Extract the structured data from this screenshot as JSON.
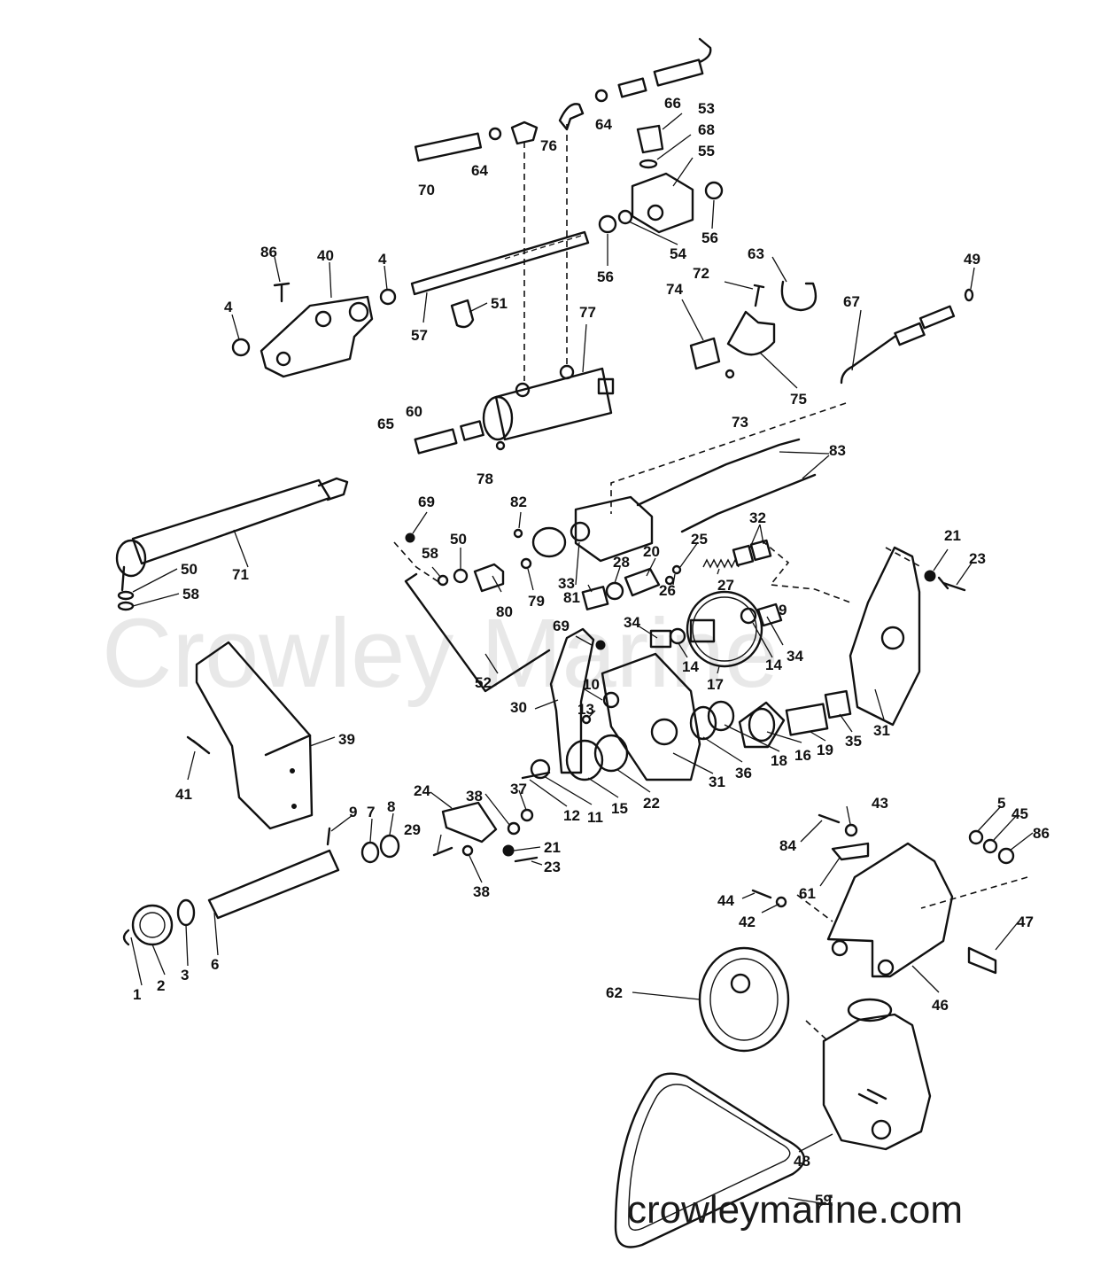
{
  "diagram": {
    "watermark": "Crowley Marine",
    "site": "crowleymarine.com",
    "callouts": [
      {
        "id": "c1",
        "text": "1"
      },
      {
        "id": "c2",
        "text": "2"
      },
      {
        "id": "c3",
        "text": "3"
      },
      {
        "id": "c4a",
        "text": "4"
      },
      {
        "id": "c4b",
        "text": "4"
      },
      {
        "id": "c5",
        "text": "5"
      },
      {
        "id": "c6",
        "text": "6"
      },
      {
        "id": "c7",
        "text": "7"
      },
      {
        "id": "c8",
        "text": "8"
      },
      {
        "id": "c9a",
        "text": "9"
      },
      {
        "id": "c9b",
        "text": "9"
      },
      {
        "id": "c10",
        "text": "10"
      },
      {
        "id": "c11",
        "text": "11"
      },
      {
        "id": "c12",
        "text": "12"
      },
      {
        "id": "c13",
        "text": "13"
      },
      {
        "id": "c14a",
        "text": "14"
      },
      {
        "id": "c14b",
        "text": "14"
      },
      {
        "id": "c15",
        "text": "15"
      },
      {
        "id": "c16",
        "text": "16"
      },
      {
        "id": "c17",
        "text": "17"
      },
      {
        "id": "c18",
        "text": "18"
      },
      {
        "id": "c19",
        "text": "19"
      },
      {
        "id": "c20",
        "text": "20"
      },
      {
        "id": "c21a",
        "text": "21"
      },
      {
        "id": "c21b",
        "text": "21"
      },
      {
        "id": "c22",
        "text": "22"
      },
      {
        "id": "c23a",
        "text": "23"
      },
      {
        "id": "c23b",
        "text": "23"
      },
      {
        "id": "c24",
        "text": "24"
      },
      {
        "id": "c25",
        "text": "25"
      },
      {
        "id": "c26",
        "text": "26"
      },
      {
        "id": "c27",
        "text": "27"
      },
      {
        "id": "c28",
        "text": "28"
      },
      {
        "id": "c29",
        "text": "29"
      },
      {
        "id": "c30",
        "text": "30"
      },
      {
        "id": "c31a",
        "text": "31"
      },
      {
        "id": "c31b",
        "text": "31"
      },
      {
        "id": "c32",
        "text": "32"
      },
      {
        "id": "c33",
        "text": "33"
      },
      {
        "id": "c34a",
        "text": "34"
      },
      {
        "id": "c34b",
        "text": "34"
      },
      {
        "id": "c35",
        "text": "35"
      },
      {
        "id": "c36",
        "text": "36"
      },
      {
        "id": "c37",
        "text": "37"
      },
      {
        "id": "c38a",
        "text": "38"
      },
      {
        "id": "c38b",
        "text": "38"
      },
      {
        "id": "c39",
        "text": "39"
      },
      {
        "id": "c40",
        "text": "40"
      },
      {
        "id": "c41",
        "text": "41"
      },
      {
        "id": "c42",
        "text": "42"
      },
      {
        "id": "c43",
        "text": "43"
      },
      {
        "id": "c44",
        "text": "44"
      },
      {
        "id": "c45",
        "text": "45"
      },
      {
        "id": "c46",
        "text": "46"
      },
      {
        "id": "c47",
        "text": "47"
      },
      {
        "id": "c48",
        "text": "48"
      },
      {
        "id": "c49",
        "text": "49"
      },
      {
        "id": "c50a",
        "text": "50"
      },
      {
        "id": "c50b",
        "text": "50"
      },
      {
        "id": "c51",
        "text": "51"
      },
      {
        "id": "c52",
        "text": "52"
      },
      {
        "id": "c53",
        "text": "53"
      },
      {
        "id": "c54",
        "text": "54"
      },
      {
        "id": "c55",
        "text": "55"
      },
      {
        "id": "c56a",
        "text": "56"
      },
      {
        "id": "c56b",
        "text": "56"
      },
      {
        "id": "c57",
        "text": "57"
      },
      {
        "id": "c58a",
        "text": "58"
      },
      {
        "id": "c58b",
        "text": "58"
      },
      {
        "id": "c59",
        "text": "59"
      },
      {
        "id": "c60",
        "text": "60"
      },
      {
        "id": "c61",
        "text": "61"
      },
      {
        "id": "c62",
        "text": "62"
      },
      {
        "id": "c63",
        "text": "63"
      },
      {
        "id": "c64a",
        "text": "64"
      },
      {
        "id": "c64b",
        "text": "64"
      },
      {
        "id": "c65",
        "text": "65"
      },
      {
        "id": "c66",
        "text": "66"
      },
      {
        "id": "c67",
        "text": "67"
      },
      {
        "id": "c68",
        "text": "68"
      },
      {
        "id": "c69a",
        "text": "69"
      },
      {
        "id": "c69b",
        "text": "69"
      },
      {
        "id": "c70",
        "text": "70"
      },
      {
        "id": "c71",
        "text": "71"
      },
      {
        "id": "c72",
        "text": "72"
      },
      {
        "id": "c73",
        "text": "73"
      },
      {
        "id": "c74",
        "text": "74"
      },
      {
        "id": "c75",
        "text": "75"
      },
      {
        "id": "c76",
        "text": "76"
      },
      {
        "id": "c77",
        "text": "77"
      },
      {
        "id": "c78",
        "text": "78"
      },
      {
        "id": "c79",
        "text": "79"
      },
      {
        "id": "c80",
        "text": "80"
      },
      {
        "id": "c81",
        "text": "81"
      },
      {
        "id": "c82",
        "text": "82"
      },
      {
        "id": "c83",
        "text": "83"
      },
      {
        "id": "c84",
        "text": "84"
      },
      {
        "id": "c86a",
        "text": "86"
      },
      {
        "id": "c86b",
        "text": "86"
      }
    ]
  }
}
